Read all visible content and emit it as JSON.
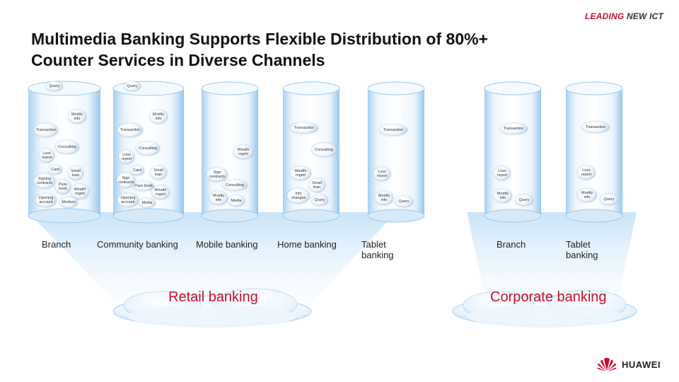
{
  "header": {
    "brand_part1": "LEADING",
    "brand_part2": "NEW ICT",
    "title_line1": "Multimedia Banking Supports Flexible Distribution of 80%+",
    "title_line2": "Counter Services in Diverse Channels"
  },
  "groups": {
    "retail": "Retail banking",
    "corporate": "Corporate banking"
  },
  "channels": [
    {
      "label": "Branch"
    },
    {
      "label": "Community banking"
    },
    {
      "label": "Mobile banking"
    },
    {
      "label": "Home banking"
    },
    {
      "label": "Tablet banking"
    },
    {
      "label": "Branch"
    },
    {
      "label": "Tablet banking"
    }
  ],
  "bubbles": {
    "c0": [
      "Query",
      "Modify info",
      "Transaction",
      "Consulting",
      "Loss report",
      "Card",
      "Small loan",
      "Signing contracts",
      "Pass book",
      "Wealth mgmt",
      "Opening account",
      "Medium"
    ],
    "c1": [
      "Query",
      "Modify info",
      "Transaction",
      "Consulting",
      "Loss report",
      "Card",
      "Small loan",
      "Sign contracts",
      "Pass book",
      "Wealth mgmt",
      "Opening account",
      "Media"
    ],
    "c2": [
      "Sign contracts",
      "Consulting",
      "Modify info",
      "Media"
    ],
    "c3": [
      "Transaction",
      "Wealth mgmt",
      "Consulting",
      "Wealth mgmt",
      "Small loan",
      "Info changes",
      "Query"
    ],
    "c4": [
      "Transaction",
      "Loss report",
      "Modify info",
      "Query"
    ],
    "c5": [
      "Transaction",
      "Loss report",
      "Modify info",
      "Query"
    ],
    "c6": [
      "Transaction",
      "Loss report",
      "Modify info",
      "Query"
    ]
  },
  "footer": {
    "brand": "HUAWEI"
  },
  "colors": {
    "accent": "#c8102e",
    "cylinder": "#7fb8e6",
    "glow": "#cfe6f8"
  }
}
